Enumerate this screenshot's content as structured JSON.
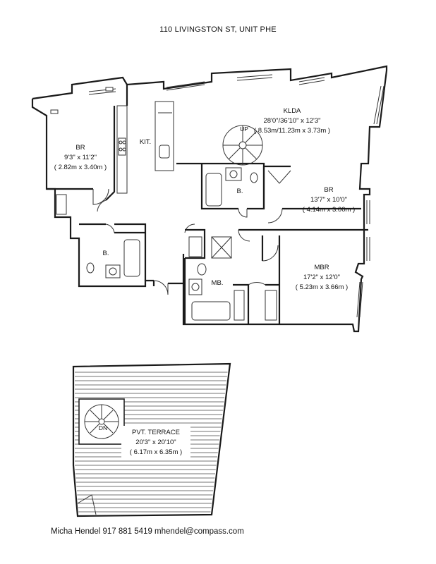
{
  "header": {
    "title": "110 LIVINGSTON ST, UNIT PHE"
  },
  "rooms": {
    "br_west": {
      "name": "BR",
      "dims_imperial": "9'3\" x 11'2\"",
      "dims_metric": "( 2.82m x 3.40m )"
    },
    "kitchen": {
      "name": "KIT."
    },
    "klda": {
      "name": "KLDA",
      "dims_imperial": "28'0\"/36'10\" x 12'3\"",
      "dims_metric": "( 8.53m/11.23m x 3.73m )"
    },
    "bath_west": {
      "name": "B."
    },
    "bath_mid": {
      "name": "B."
    },
    "br_east": {
      "name": "BR",
      "dims_imperial": "13'7\" x 10'0\"",
      "dims_metric": "( 4.14m x 3.00m )"
    },
    "mbr": {
      "name": "MBR",
      "dims_imperial": "17'2\" x 12'0\"",
      "dims_metric": "( 5.23m x 3.66m )"
    },
    "mbath": {
      "name": "MB."
    },
    "terrace": {
      "name": "PVT. TERRACE",
      "dims_imperial": "20'3\" x 20'10\"",
      "dims_metric": "( 6.17m x 6.35m )"
    },
    "stair_up": {
      "name": "UP"
    },
    "stair_dn": {
      "name": "DN"
    }
  },
  "footer": {
    "contact": "Micha Hendel 917 881 5419 mhendel@compass.com"
  }
}
